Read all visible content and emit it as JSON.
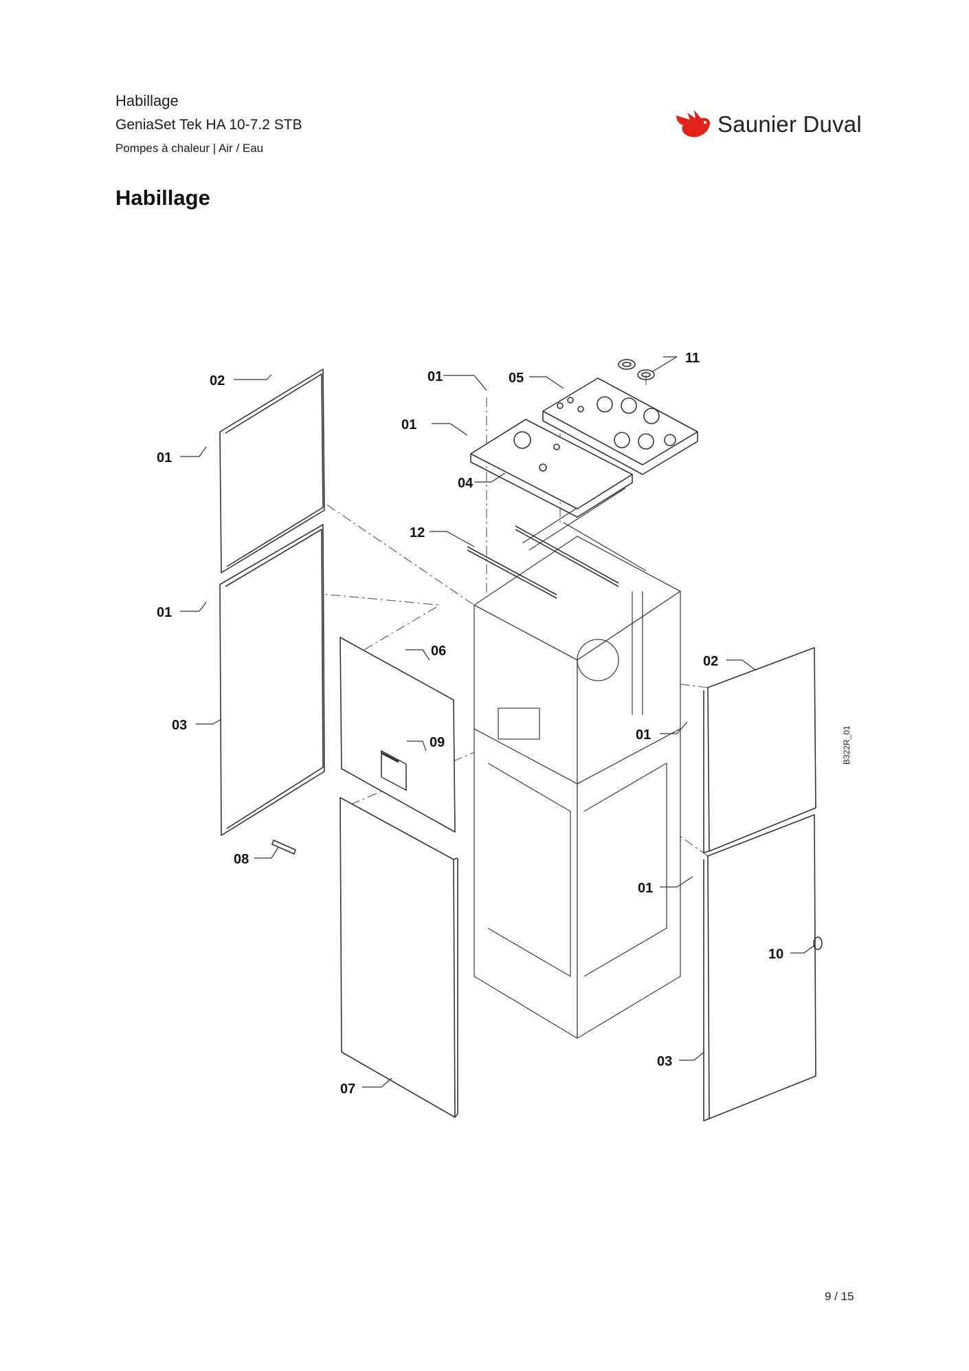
{
  "header": {
    "section": "Habillage",
    "model": "GeniaSet Tek HA 10-7.2 STB",
    "category": "Pompes à chaleur | Air / Eau",
    "brand": "Saunier Duval",
    "brand_color": "#e2231a"
  },
  "title": "Habillage",
  "diagram": {
    "reference_code": "B322R_01",
    "callouts": {
      "c01_top_left": "01",
      "c02_left": "02",
      "c01_mid_left": "01",
      "c03_left": "03",
      "c08": "08",
      "c06": "06",
      "c09": "09",
      "c07": "07",
      "c01_top_a": "01",
      "c05": "05",
      "c11": "11",
      "c01_top_b": "01",
      "c04": "04",
      "c12": "12",
      "c02_right": "02",
      "c01_right_a": "01",
      "c01_right_b": "01",
      "c10": "10",
      "c03_right": "03"
    }
  },
  "footer": {
    "page": "9 / 15"
  }
}
